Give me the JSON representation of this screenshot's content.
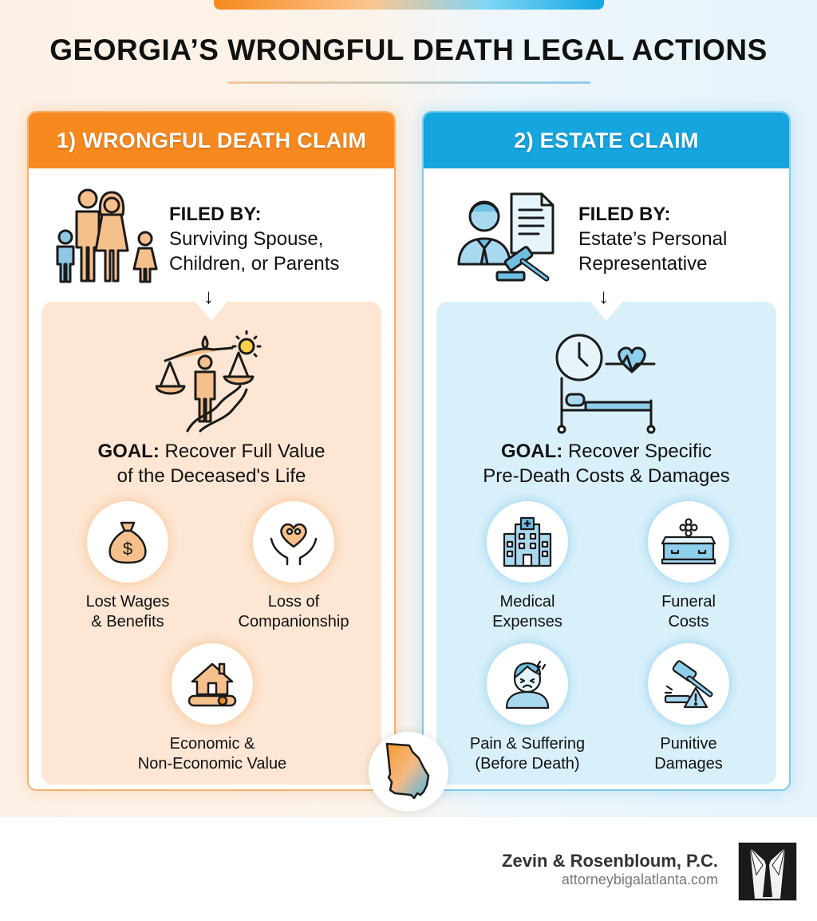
{
  "header": {
    "title_prefix": "GEORGIA’S ",
    "title_bold": "WRONGFUL DEATH",
    "title_suffix": " LEGAL ACTIONS"
  },
  "colors": {
    "orange": "#f7891e",
    "blue": "#15a5df",
    "orange_panel": "#fde6d3",
    "blue_panel": "#d9f0fa"
  },
  "claims": [
    {
      "heading": "1) WRONGFUL DEATH CLAIM",
      "filed_by_label": "FILED BY:",
      "filed_by_line1": "Surviving Spouse,",
      "filed_by_line2": "Children, or Parents",
      "filed_icon": "family-icon",
      "arrow": "↓",
      "goal_icon": "scales-of-justice-life-icon",
      "goal_label": "GOAL:",
      "goal_line1": " Recover Full Value",
      "goal_line2": "of the Deceased's Life",
      "items": [
        {
          "icon": "money-bag-icon",
          "line1": "Lost Wages",
          "line2": "& Benefits"
        },
        {
          "icon": "heart-hands-icon",
          "line1": "Loss of",
          "line2": "Companionship"
        },
        {
          "icon": "house-diploma-icon",
          "line1": "Economic &",
          "line2": "Non-Economic Value"
        }
      ]
    },
    {
      "heading": "2) ESTATE CLAIM",
      "filed_by_label": "FILED BY:",
      "filed_by_line1": "Estate’s Personal",
      "filed_by_line2": "Representative",
      "filed_icon": "representative-document-gavel-icon",
      "arrow": "↓",
      "goal_icon": "clock-hospital-bed-heartbeat-icon",
      "goal_label": "GOAL:",
      "goal_line1": " Recover Specific",
      "goal_line2": "Pre-Death Costs & Damages",
      "items": [
        {
          "icon": "hospital-icon",
          "line1": "Medical",
          "line2": "Expenses"
        },
        {
          "icon": "casket-icon",
          "line1": "Funeral",
          "line2": "Costs"
        },
        {
          "icon": "pained-person-icon",
          "line1": "Pain & Suffering",
          "line2": "(Before Death)"
        },
        {
          "icon": "gavel-warning-icon",
          "line1": "Punitive",
          "line2": "Damages"
        }
      ]
    }
  ],
  "badge": {
    "icon": "georgia-map-icon"
  },
  "footer": {
    "firm_name": "Zevin & Rosenbloum, P.C.",
    "website": "attorneybigalatlanta.com",
    "logo_icon": "suit-tie-logo-icon"
  }
}
